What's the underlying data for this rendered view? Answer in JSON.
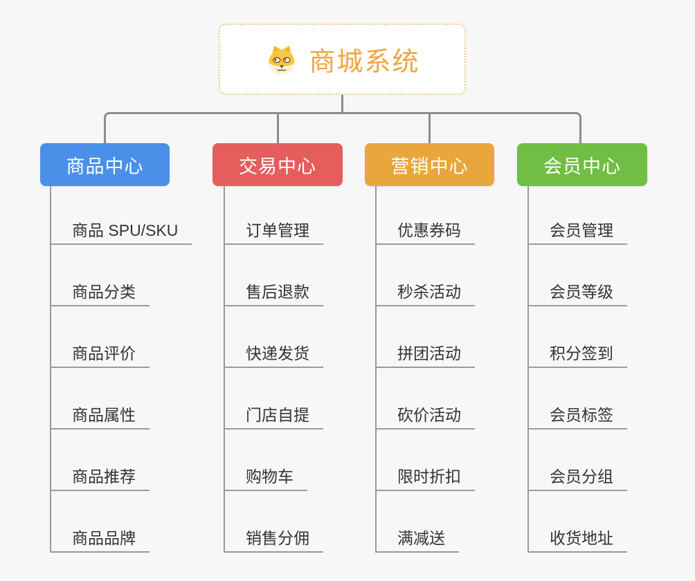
{
  "root": {
    "title": "商城系统",
    "icon": "dog-icon",
    "text_color": "#f0a63e",
    "border_color": "#f3c77e"
  },
  "connector_color": "#8c8c8c",
  "leaf_line_color": "#9a9a9a",
  "background_color": "#f7f7f7",
  "branches": [
    {
      "label": "商品中心",
      "color": "#4a90e8",
      "children": [
        "商品 SPU/SKU",
        "商品分类",
        "商品评价",
        "商品属性",
        "商品推荐",
        "商品品牌"
      ]
    },
    {
      "label": "交易中心",
      "color": "#e65d5d",
      "children": [
        "订单管理",
        "售后退款",
        "快递发货",
        "门店自提",
        "购物车",
        "销售分佣"
      ]
    },
    {
      "label": "营销中心",
      "color": "#e9a63c",
      "children": [
        "优惠券码",
        "秒杀活动",
        "拼团活动",
        "砍价活动",
        "限时折扣",
        "满减送"
      ]
    },
    {
      "label": "会员中心",
      "color": "#70be44",
      "children": [
        "会员管理",
        "会员等级",
        "积分签到",
        "会员标签",
        "会员分组",
        "收货地址"
      ]
    }
  ]
}
